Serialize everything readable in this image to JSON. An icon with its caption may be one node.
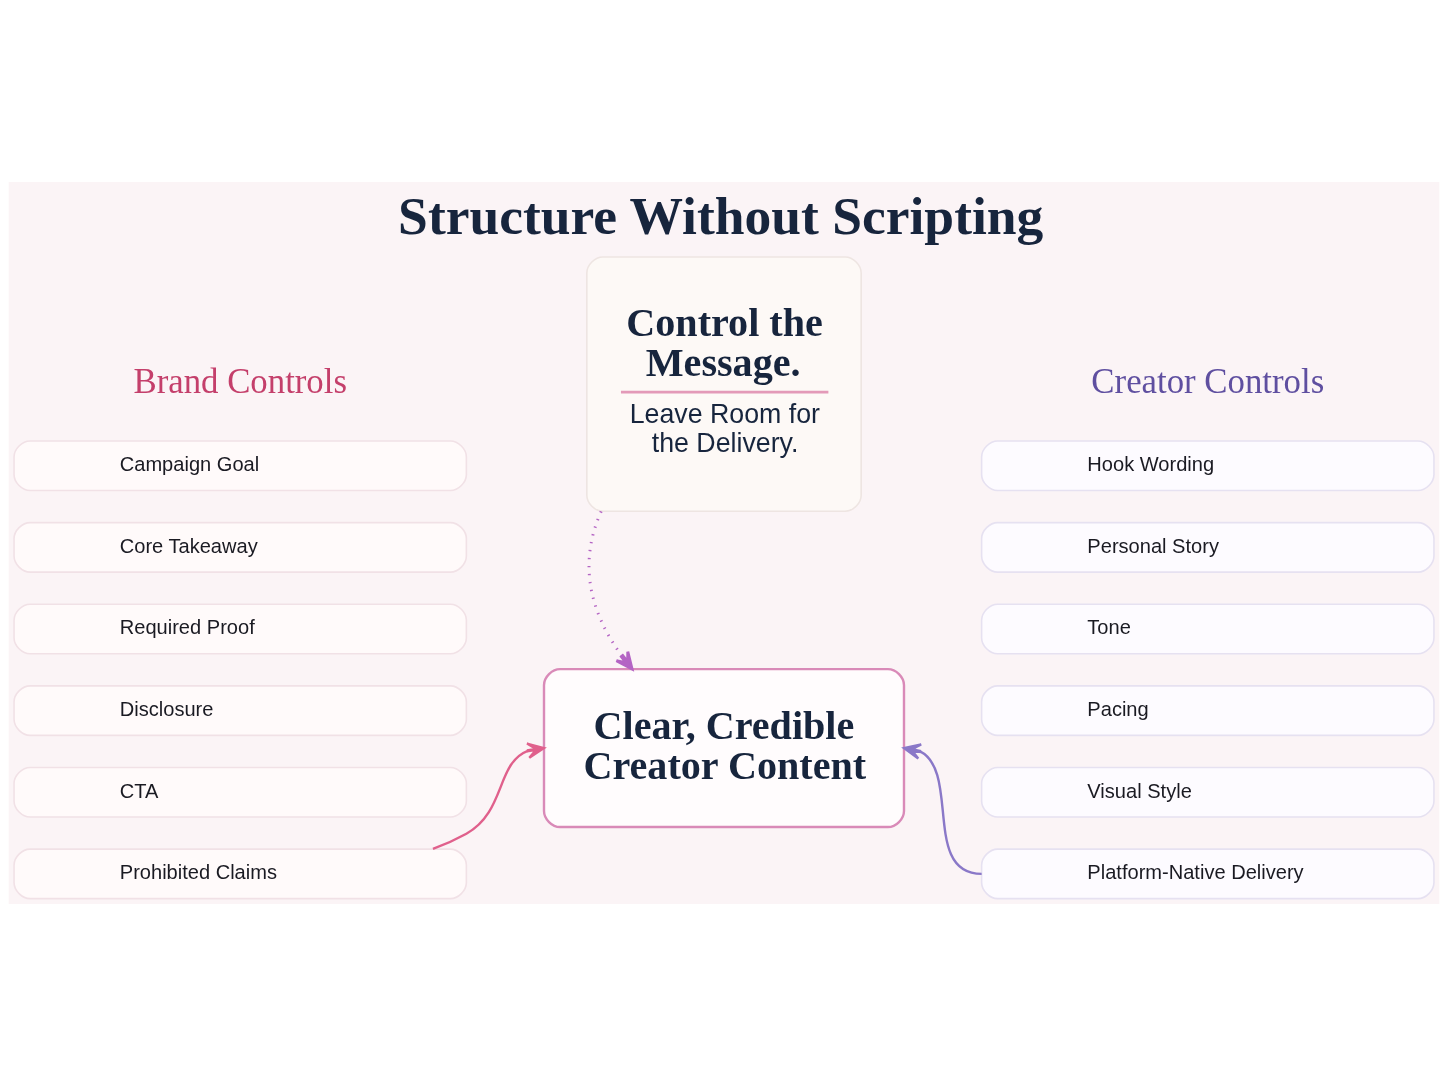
{
  "diagram": {
    "title": "Structure Without Scripting",
    "nodes": [
      {
        "text": [
          "Campaign Goal"
        ]
      },
      {
        "text": [
          "Core Takeaway"
        ]
      },
      {
        "text": [
          "Required Proof"
        ]
      },
      {
        "text": [
          "Disclosure"
        ]
      },
      {
        "text": [
          "CTA"
        ]
      },
      {
        "text": [
          "Prohibited Claims"
        ]
      },
      {
        "text": [
          "Control the Message.",
          "Leave Room for the Delivery."
        ]
      },
      {
        "text": [
          "Hook Wording"
        ]
      },
      {
        "text": [
          "Personal Story"
        ]
      },
      {
        "text": [
          "Tone"
        ]
      },
      {
        "text": [
          "Pacing"
        ]
      },
      {
        "text": [
          "Visual Style"
        ]
      },
      {
        "text": [
          "Platform-Native Delivery"
        ]
      },
      {
        "text": [
          "Clear, Credible Creator Content"
        ]
      }
    ],
    "edges": [
      {
        "from": 5,
        "to": 13,
        "arrow": "to",
        "color": "#e0608c"
      },
      {
        "from": 6,
        "to": 13,
        "arrow": "to",
        "style": "dashed",
        "color": "#b464c4"
      },
      {
        "from": 12,
        "to": 13,
        "arrow": "to",
        "color": "#8a78c8"
      }
    ],
    "labels": [
      "Brand Controls",
      "Creator Controls"
    ]
  }
}
